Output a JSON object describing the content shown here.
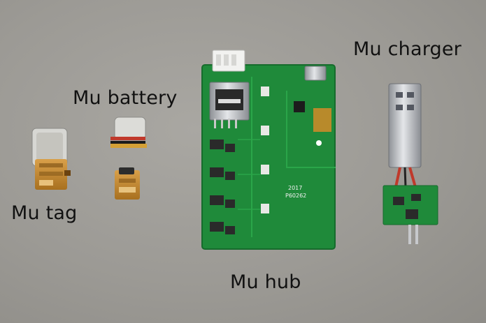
{
  "labels": {
    "tag": "Mu tag",
    "battery": "Mu battery",
    "hub": "Mu hub",
    "charger": "Mu charger"
  },
  "pcb_text": {
    "line1": "2017",
    "line2": "P60262"
  },
  "colors": {
    "background": "#9e9c97",
    "pcb_green": "#1f8a3a",
    "copper": "#c98a2a",
    "metal": "#c7c9cc"
  }
}
